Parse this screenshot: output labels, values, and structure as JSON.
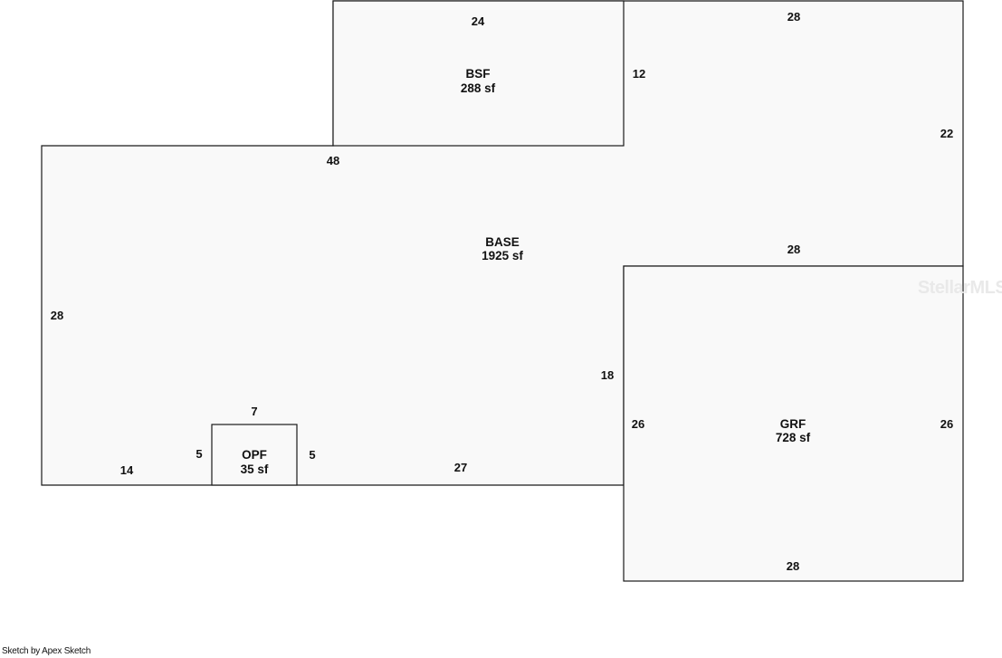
{
  "areas": {
    "base": {
      "name": "BASE",
      "area": "1925 sf"
    },
    "bsf": {
      "name": "BSF",
      "area": "288 sf"
    },
    "grf": {
      "name": "GRF",
      "area": "728 sf"
    },
    "opf": {
      "name": "OPF",
      "area": "35 sf"
    }
  },
  "dimensions": {
    "bsf_top": "24",
    "bsf_right": "12",
    "upper_top": "28",
    "upper_right": "22",
    "base_top": "48",
    "step_top": "28",
    "base_left": "28",
    "notch_side": "18",
    "grf_left": "26",
    "grf_right": "26",
    "grf_bottom": "28",
    "bottom_left": "14",
    "bottom_mid": "27",
    "opf_top": "7",
    "opf_left": "5",
    "opf_right": "5"
  },
  "watermark": "StellarMLS",
  "credit": "Sketch by Apex Sketch",
  "colors": {
    "fill": "#f9f9f9",
    "stroke": "#1a1a1a",
    "watermark": "#e9e9e9"
  }
}
